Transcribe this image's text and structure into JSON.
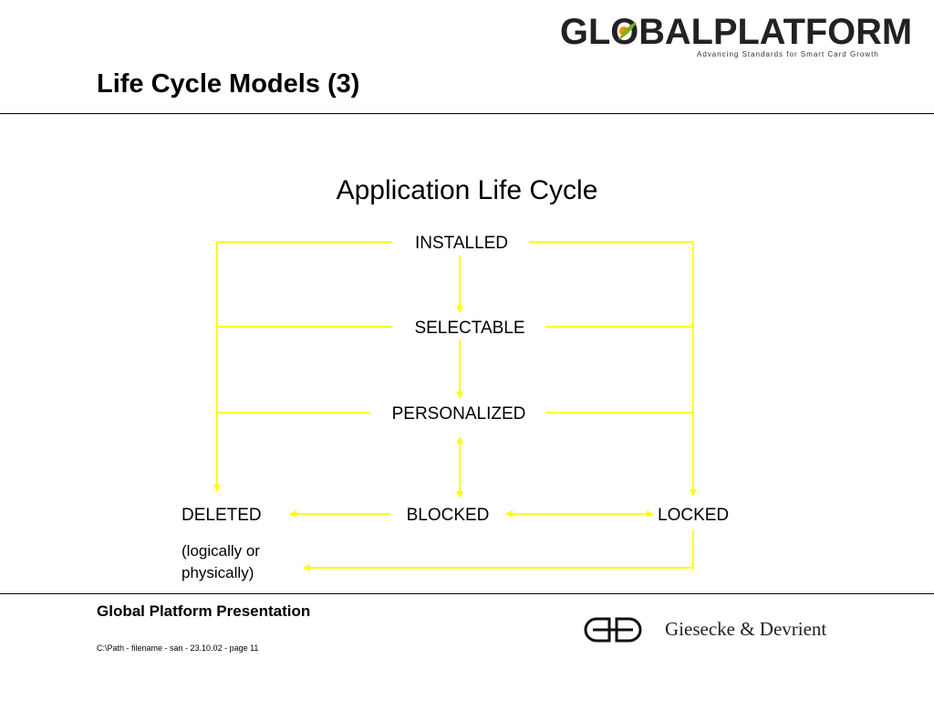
{
  "header": {
    "logo_text": "GLOBALPLATFORM",
    "logo_tagline": "Advancing Standards for Smart Card Growth",
    "slide_title": "Life Cycle Models (3)"
  },
  "diagram": {
    "title": "Application Life Cycle",
    "states": {
      "installed": "INSTALLED",
      "selectable": "SELECTABLE",
      "personalized": "PERSONALIZED",
      "deleted": "DELETED",
      "blocked": "BLOCKED",
      "locked": "LOCKED"
    },
    "deleted_note_line1": "(logically or",
    "deleted_note_line2": "physically)",
    "connector_color": "#ffff00"
  },
  "footer": {
    "title": "Global Platform Presentation",
    "path": "C:\\Path - filename - san - 23.10.02 - page 11",
    "company": "Giesecke & Devrient"
  }
}
